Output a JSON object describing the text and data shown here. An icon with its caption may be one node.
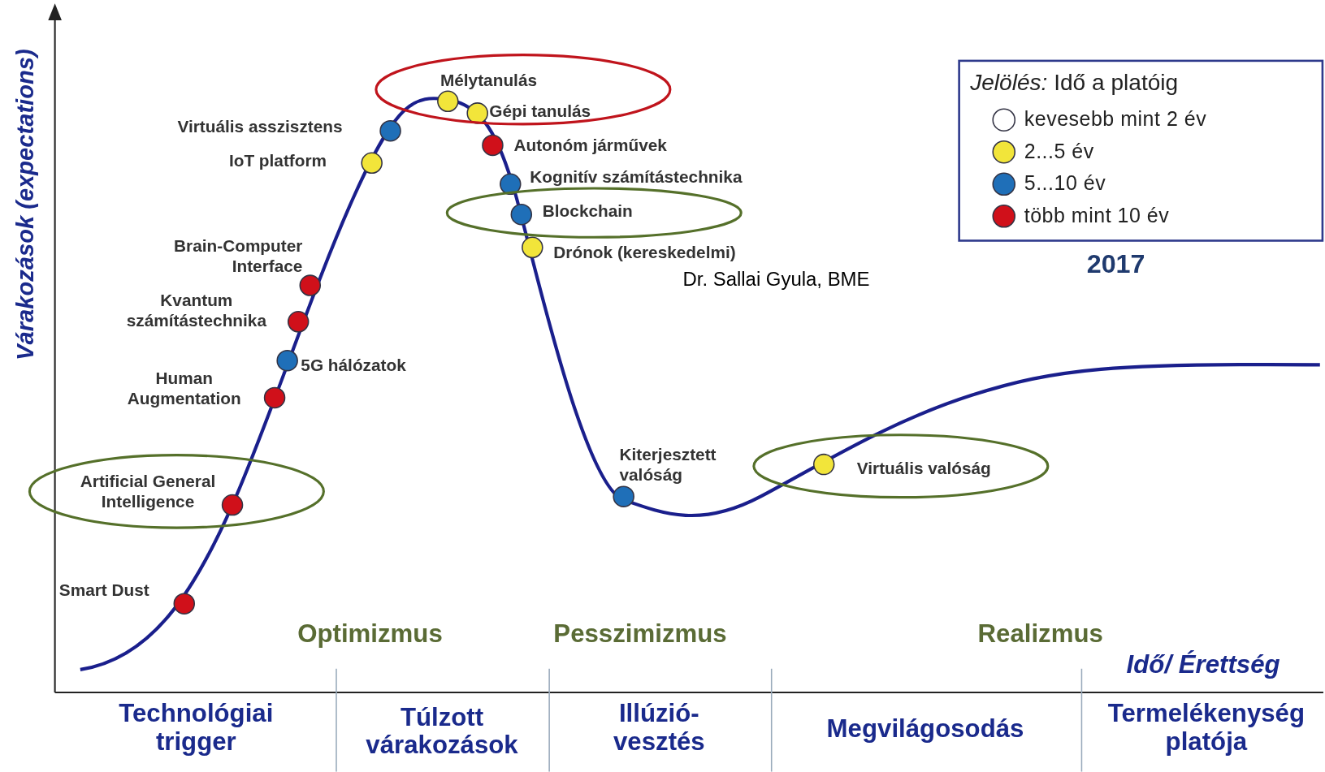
{
  "diagram": {
    "nodes": [
      {
        "text": [
          "Mélytanulás",
          "Gépi tanulás"
        ]
      },
      {
        "text": [
          "Blockchain"
        ]
      },
      {
        "text": [
          "Artificial General Intelligence"
        ]
      },
      {
        "text": [
          "Virtuális valóság"
        ]
      }
    ],
    "labels": [
      "*Jelölés:* Idő a platóig",
      "2017",
      "Virtuális asszisztens",
      "IoT platform",
      "Autonóm járművek",
      "Kognitív számítástechnika",
      "Drónok (kereskedelmi)",
      "Dr. Sallai Gyula, BME",
      "Brain-Computer Interface",
      "Kvantum számítástechnika",
      "5G hálózatok",
      "Human Augmentation",
      "Várakozások (expectations)",
      "Kiterjesztett valóság",
      "Smart Dust",
      "Optimizmus",
      "Pesszimizmus",
      "Realizmus",
      "Idő/ Érettség",
      "Technológiai trigger",
      "Túlzott várakozások",
      "Illúzió- vesztés",
      "Megvilágosodás",
      "Termelékenység platója"
    ],
    "legend": [
      {
        "text": "kevesebb mint 2 év",
        "color": "#ffffff"
      },
      {
        "text": "2...5 év",
        "color": "#f2e53a"
      },
      {
        "text": "5...10 év",
        "color": "#1f6fb8"
      },
      {
        "text": "több mint 10 év",
        "color": "#d0101a"
      }
    ]
  }
}
